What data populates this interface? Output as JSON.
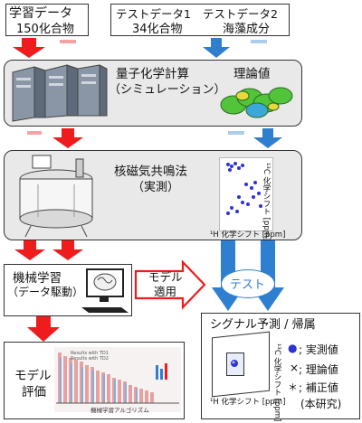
{
  "training_data": {
    "title": "学習データ",
    "count": "150化合物"
  },
  "test_data_1": {
    "title": "テストデータ1",
    "count": "34化合物"
  },
  "test_data_2": {
    "title": "テストデータ2",
    "desc": "海藻成分"
  },
  "quantum": {
    "title": "量子化学計算",
    "subtitle": "（シミュレーション）",
    "result": "理論値"
  },
  "nmr": {
    "title": "核磁気共鳴法",
    "subtitle": "（実測）",
    "x_axis": "¹H 化学シフト [ppm]",
    "y_axis": "¹³C 化学シフト [ppm]"
  },
  "ml": {
    "title": "機械学習",
    "subtitle": "（データ駆動）"
  },
  "model_apply": {
    "line1": "モデル",
    "line2": "適用"
  },
  "test_label": "テスト",
  "eval": {
    "line1": "モデル",
    "line2": "評価",
    "x_axis": "機械学習アルゴリズム",
    "legend_1": "Results with TD1",
    "legend_2": "Results with TD2"
  },
  "signal": {
    "title": "シグナル予測 / 帰属",
    "x_axis": "¹H 化学シフト [ppm]",
    "y_axis": "¹³C 化学シフト [ppm]",
    "legend": [
      {
        "mark": "●",
        "label": "; 実測値"
      },
      {
        "mark": "×",
        "label": "; 理論値"
      },
      {
        "mark": "＊",
        "label": "; 補正値"
      }
    ],
    "legend_note": "(本研究)"
  },
  "colors": {
    "red": "#ee1c1c",
    "pink": "#f4a2a2",
    "blue": "#2f7fd1",
    "lightblue": "#a9cdea",
    "box_border": "#333333",
    "box_gray": "#e9e9e9"
  }
}
